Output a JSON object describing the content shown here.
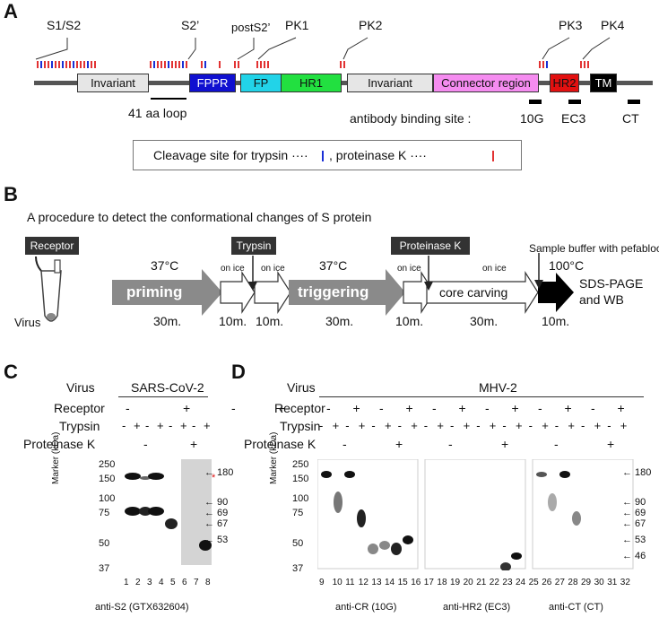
{
  "panels": {
    "a": "A",
    "b": "B",
    "c": "C",
    "d": "D"
  },
  "panelA": {
    "cleavage_labels": [
      "S1/S2",
      "S2’",
      "postS2’",
      "PK1",
      "PK2",
      "PK3",
      "PK4"
    ],
    "domains": [
      "Invariant",
      "FPPR",
      "FP",
      "HR1",
      "Invariant",
      "Connector region",
      "HR2",
      "TM"
    ],
    "domain_colors": [
      "#e6e6e6",
      "#1010d0",
      "#22d3e8",
      "#22e040",
      "#e6e6e6",
      "#f58cf0",
      "#e21010",
      "#000000"
    ],
    "loop_label": "41 aa loop",
    "antibody_label": "antibody binding site :",
    "antibodies": [
      "10G",
      "EC3",
      "CT"
    ],
    "legend_text_1": "Cleavage site for trypsin ····",
    "legend_text_2": ", proteinase K ····",
    "trypsin_color": "#1a2fd6",
    "pk_color": "#e23333"
  },
  "panelB": {
    "title": "A procedure to detect the conformational changes of S protein",
    "receptor": "Receptor",
    "virus": "Virus",
    "trypsin": "Trypsin",
    "proteinase_k": "Proteinase K",
    "sample_buffer": "Sample buffer with pefablocSC",
    "temp_37a": "37°C",
    "temp_37b": "37°C",
    "temp_100": "100°C",
    "on_ice": "on ice",
    "priming": "priming",
    "triggering": "triggering",
    "core_carving": "core carving",
    "sds": "SDS-PAGE",
    "wb": "and WB",
    "times": [
      "30m.",
      "10m.",
      "10m.",
      "30m.",
      "10m.",
      "30m.",
      "10m."
    ]
  },
  "panelC": {
    "virus_label": "Virus",
    "virus_name": "SARS-CoV-2",
    "receptor_label": "Receptor",
    "trypsin_label": "Trypsin",
    "pk_label": "Proteinase K",
    "receptor_signs": [
      "-",
      "+",
      "-",
      "+"
    ],
    "trypsin_signs": [
      "-",
      "+",
      "-",
      "+",
      "-",
      "+",
      "-",
      "+"
    ],
    "pk_signs": [
      "-",
      "+"
    ],
    "marker_axis": "Marker (kDa)",
    "markers": [
      "250",
      "150",
      "100",
      "75",
      "50",
      "37"
    ],
    "right_markers": [
      "180",
      "90",
      "69",
      "67",
      "53"
    ],
    "lanes": [
      "1",
      "2",
      "3",
      "4",
      "5",
      "6",
      "7",
      "8"
    ],
    "antibody": "anti-S2 (GTX632604)"
  },
  "panelD": {
    "virus_label": "Virus",
    "virus_name": "MHV-2",
    "receptor_label": "Receptor",
    "trypsin_label": "Trypsin",
    "pk_label": "Proteinase K",
    "receptor_signs": [
      "-",
      "+",
      "-",
      "+",
      "-",
      "+",
      "-",
      "+",
      "-",
      "+",
      "-",
      "+"
    ],
    "trypsin_signs": [
      "-",
      "+",
      "-",
      "+",
      "-",
      "+",
      "-",
      "+",
      "-",
      "+",
      "-",
      "+",
      "-",
      "+",
      "-",
      "+",
      "-",
      "+",
      "-",
      "+",
      "-",
      "+",
      "-",
      "+"
    ],
    "pk_signs": [
      "-",
      "+",
      "-",
      "+",
      "-",
      "+"
    ],
    "marker_axis": "Marker (kDa)",
    "markers": [
      "250",
      "150",
      "100",
      "75",
      "50",
      "37"
    ],
    "right_markers": [
      "180",
      "90",
      "69",
      "67",
      "53",
      "46"
    ],
    "lanes": [
      "9",
      "10",
      "11",
      "12",
      "13",
      "14",
      "15",
      "16",
      "17",
      "18",
      "19",
      "20",
      "21",
      "22",
      "23",
      "24",
      "25",
      "26",
      "27",
      "28",
      "29",
      "30",
      "31",
      "32"
    ],
    "antibodies": [
      "anti-CR (10G)",
      "anti-HR2 (EC3)",
      "anti-CT (CT)"
    ]
  }
}
